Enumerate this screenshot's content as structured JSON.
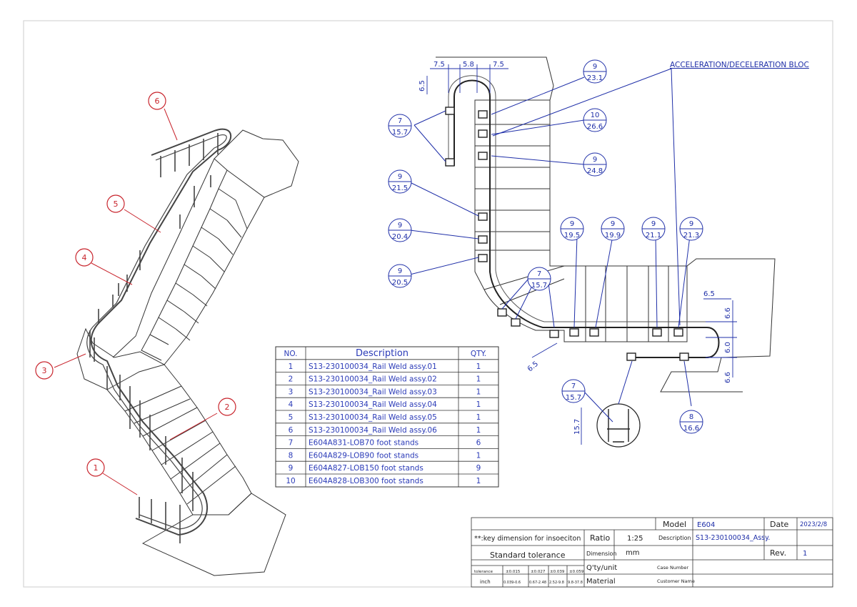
{
  "colors": {
    "dimension_blue": "#1f2fa8",
    "balloon_red": "#c8242c",
    "line_dark": "#333333",
    "table_blue": "#2b3bb8"
  },
  "iso_balloons": [
    "1",
    "2",
    "3",
    "4",
    "5",
    "6"
  ],
  "plan": {
    "annotation": "ACCELERATION/DECELERATION BLOC",
    "dims": {
      "top_left": "7.5",
      "top_mid": "5.8",
      "top_right": "7.5",
      "left_v": "6.5",
      "right_h": "6.5",
      "r1": "6.6",
      "r2": "6.0",
      "r3": "6.6",
      "diag": "6.5",
      "detail": "15.7"
    },
    "balloons": [
      {
        "top": "9",
        "bottom": "23.1"
      },
      {
        "top": "10",
        "bottom": "26.6"
      },
      {
        "top": "9",
        "bottom": "24.8"
      },
      {
        "top": "7",
        "bottom": "15.7"
      },
      {
        "top": "9",
        "bottom": "21.5"
      },
      {
        "top": "9",
        "bottom": "20.4"
      },
      {
        "top": "9",
        "bottom": "20.5"
      },
      {
        "top": "9",
        "bottom": "19.5"
      },
      {
        "top": "9",
        "bottom": "19.9"
      },
      {
        "top": "9",
        "bottom": "21.1"
      },
      {
        "top": "9",
        "bottom": "21.3"
      },
      {
        "top": "7",
        "bottom": "15.7"
      },
      {
        "top": "7",
        "bottom": "15.7"
      },
      {
        "top": "8",
        "bottom": "16.6"
      }
    ]
  },
  "bom": {
    "headers": [
      "NO.",
      "Description",
      "QTY."
    ],
    "rows": [
      [
        "1",
        "S13-230100034_Rail Weld assy.01",
        "1"
      ],
      [
        "2",
        "S13-230100034_Rail Weld assy.02",
        "1"
      ],
      [
        "3",
        "S13-230100034_Rail Weld assy.03",
        "1"
      ],
      [
        "4",
        "S13-230100034_Rail Weld assy.04",
        "1"
      ],
      [
        "5",
        "S13-230100034_Rail Weld assy.05",
        "1"
      ],
      [
        "6",
        "S13-230100034_Rail Weld assy.06",
        "1"
      ],
      [
        "7",
        "E604A831-LOB70 foot stands",
        "6"
      ],
      [
        "8",
        "E604A829-LOB90 foot stands",
        "1"
      ],
      [
        "9",
        "E604A827-LOB150 foot stands",
        "9"
      ],
      [
        "10",
        "E604A828-LOB300 foot stands",
        "1"
      ]
    ]
  },
  "title_block": {
    "model_label": "Model",
    "model_value": "E604",
    "date_label": "Date",
    "date_value": "2023/2/8",
    "key_note": "**:key dimension for insoeciton",
    "ratio_label": "Ratio",
    "ratio_value": "1:25",
    "description_label": "Description",
    "description_value": "S13-230100034_Assy.",
    "standard_tolerance": "Standard tolerance",
    "dimension_label": "Dimension",
    "dimension_value": "mm",
    "rev_label": "Rev.",
    "rev_value": "1",
    "qty_label": "Q'ty/unit",
    "case_label": "Case Number",
    "tolerance_label": "tolerance",
    "tolerances": [
      "±0.015",
      "±0.027",
      "±0.039",
      "±0.059"
    ],
    "inch_label": "inch",
    "inch_ranges": [
      "0.039-0.6",
      "0.67-2.48",
      "2.52-9.8",
      "9.8-37.8"
    ],
    "material_label": "Material",
    "customer_label": "Customer Name"
  }
}
